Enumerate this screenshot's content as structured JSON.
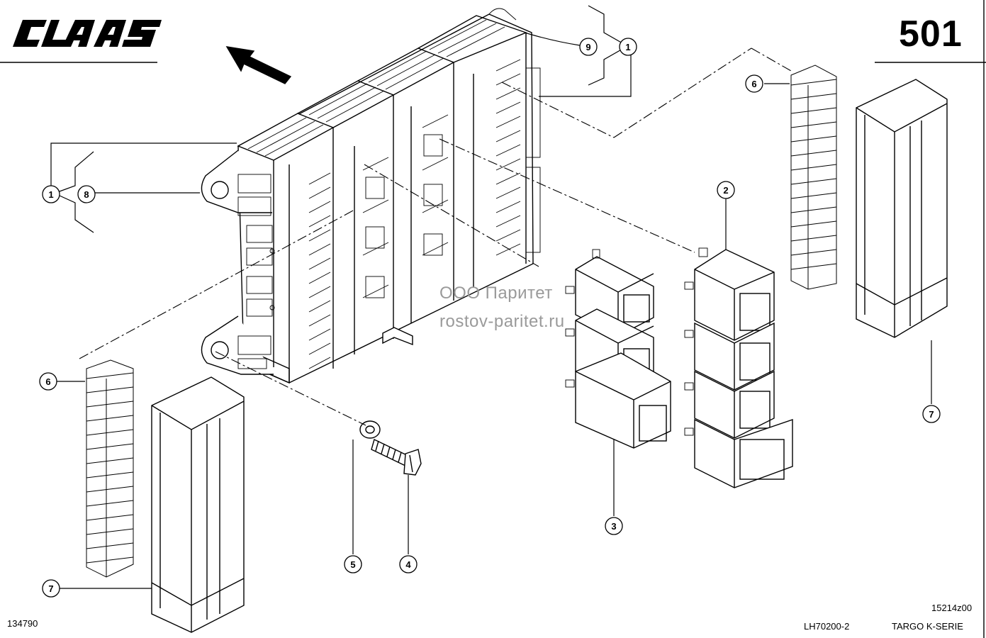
{
  "header": {
    "brand": "CLAAS",
    "page_number": "501"
  },
  "watermark": {
    "line1": "ООО Паритет",
    "line2": "rostov-paritet.ru"
  },
  "footer": {
    "illustration_no": "134790",
    "drawing_code": "15214z00",
    "group_code": "LH70200-2",
    "model": "TARGO K-SERIE"
  },
  "callouts": {
    "c1_top": "1",
    "c9": "9",
    "c6_right": "6",
    "c1_left": "1",
    "c8": "8",
    "c2": "2",
    "c6_left": "6",
    "c7_right": "7",
    "c7_left": "7",
    "c3": "3",
    "c5": "5",
    "c4": "4"
  }
}
